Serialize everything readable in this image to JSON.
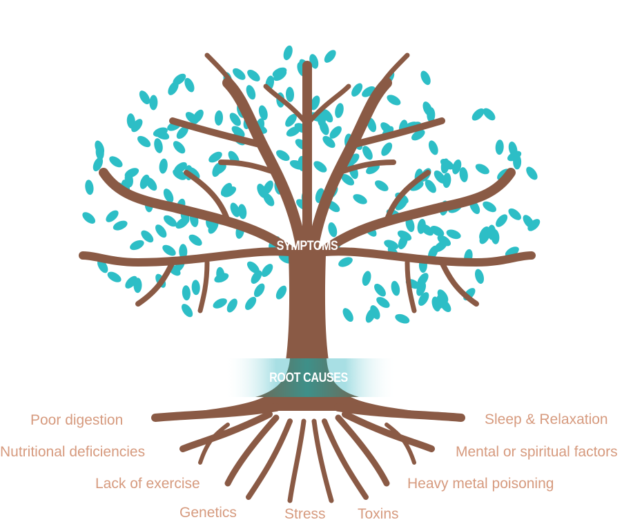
{
  "colors": {
    "bark": "#8A5A45",
    "leaf": "#2DBEC6",
    "label": "#D69A7E",
    "band": "#3E9089"
  },
  "tree": {
    "top_label": "SYMPTOMS",
    "bottom_label": "ROOT CAUSES"
  },
  "root_causes": {
    "left": [
      "Poor digestion",
      "Nutritional deficiencies",
      "Lack of exercise",
      "Genetics"
    ],
    "bottom": [
      "Stress",
      "Toxins"
    ],
    "right": [
      "Sleep & Relaxation",
      "Mental or spiritual factors",
      "Heavy metal poisoning"
    ]
  }
}
